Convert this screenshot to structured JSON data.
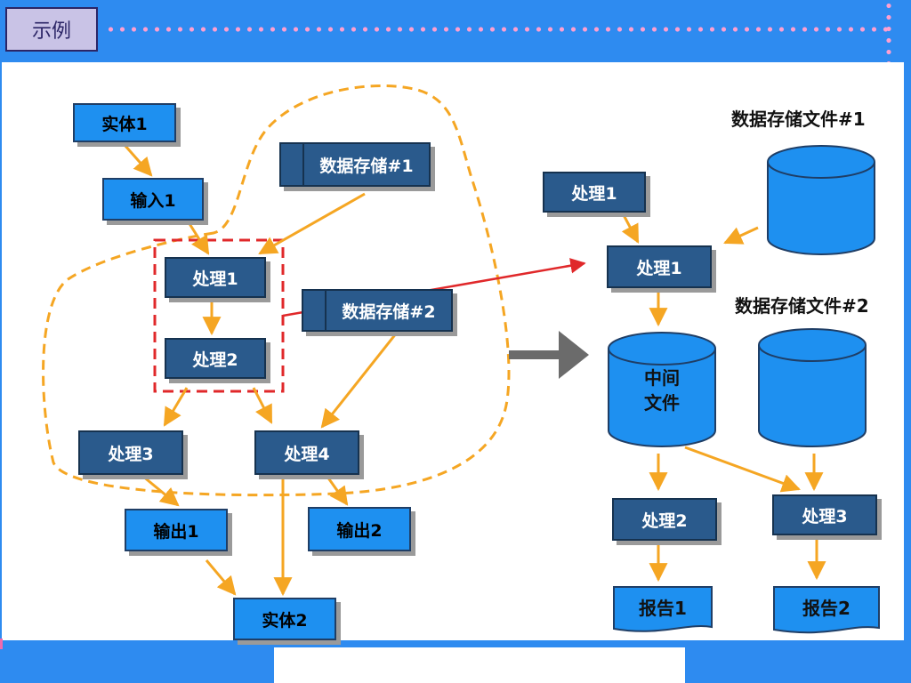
{
  "header": {
    "tag": "示例"
  },
  "left": {
    "entity1": "实体1",
    "input1": "输入1",
    "store1": "数据存储#1",
    "process1": "处理1",
    "store2": "数据存储#2",
    "process2": "处理2",
    "process3": "处理3",
    "process4": "处理4",
    "output1": "输出1",
    "output2": "输出2",
    "entity2": "实体2"
  },
  "right": {
    "file1_label": "数据存储文件#1",
    "process1a": "处理1",
    "process1b": "处理1",
    "file2_label": "数据存储文件#2",
    "mid_line1": "中间",
    "mid_line2": "文件",
    "process2": "处理2",
    "process3": "处理3",
    "report1": "报告1",
    "report2": "报告2"
  },
  "colors": {
    "header_blue": "#2E8BF0",
    "box_light": "#1E90F0",
    "box_dark": "#2A5A8C",
    "arrow_orange": "#F5A623",
    "highlight_red": "#E0282A"
  }
}
